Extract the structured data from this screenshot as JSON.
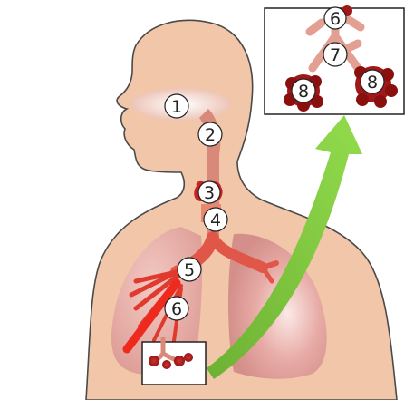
{
  "labels": [
    {
      "id": "label-1",
      "text": "1"
    },
    {
      "id": "label-2",
      "text": "2"
    },
    {
      "id": "label-3",
      "text": "3"
    },
    {
      "id": "label-4",
      "text": "4"
    },
    {
      "id": "label-5",
      "text": "5"
    },
    {
      "id": "label-6-main",
      "text": "6"
    },
    {
      "id": "label-6-inset",
      "text": "6"
    },
    {
      "id": "label-7",
      "text": "7"
    },
    {
      "id": "label-8-left",
      "text": "8"
    },
    {
      "id": "label-8-right",
      "text": "8"
    }
  ],
  "colors": {
    "skin": "#f2c7a9",
    "skin_outline": "#4a4a4a",
    "airway": "#d9897a",
    "lung": "#e6a7a1",
    "larynx": "#cc2222",
    "bronchi": "#e0453a",
    "alveoli": "#a01818",
    "arrow": "#7bc63c"
  }
}
